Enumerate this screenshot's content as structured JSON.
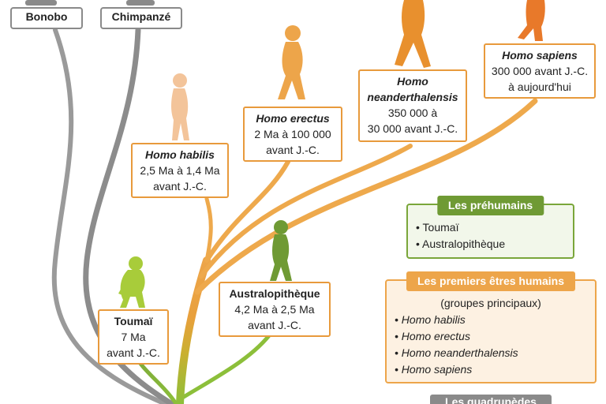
{
  "labels": {
    "bonobo": "Bonobo",
    "chimpanze": "Chimpanzé"
  },
  "species": [
    {
      "name": "Toumaï",
      "line1": "7 Ma",
      "line2": "avant J.-C."
    },
    {
      "name": "Australopithèque",
      "line1": "4,2 Ma à 2,5 Ma",
      "line2": "avant J.-C."
    },
    {
      "name": "Homo habilis",
      "line1": "2,5 Ma à 1,4 Ma",
      "line2": "avant J.-C."
    },
    {
      "name": "Homo erectus",
      "line1": "2 Ma à 100 000",
      "line2": "avant J.-C."
    },
    {
      "name_line1": "Homo",
      "name_line2": "neanderthalensis",
      "line1": "350 000 à",
      "line2": "30 000 avant J.-C."
    },
    {
      "name": "Homo sapiens",
      "line1": "300 000 avant J.-C.",
      "line2": "à aujourd'hui"
    }
  ],
  "legend_prehumains": {
    "title": "Les préhumains",
    "items": [
      "Toumaï",
      "Australopithèque"
    ]
  },
  "legend_humains": {
    "title": "Les premiers êtres humains",
    "subtitle": "(groupes principaux)",
    "items": [
      "Homo habilis",
      "Homo erectus",
      "Homo neanderthalensis",
      "Homo sapiens"
    ]
  },
  "legend_quadrupedes": {
    "title": "Les quadrupèdes"
  },
  "colors": {
    "gray_branch": "#8c8c8c",
    "green": "#7aa63a",
    "light_green": "#a8cc3a",
    "orange": "#e89a3c",
    "dark_orange": "#e8792a",
    "peach": "#f3c49a"
  }
}
